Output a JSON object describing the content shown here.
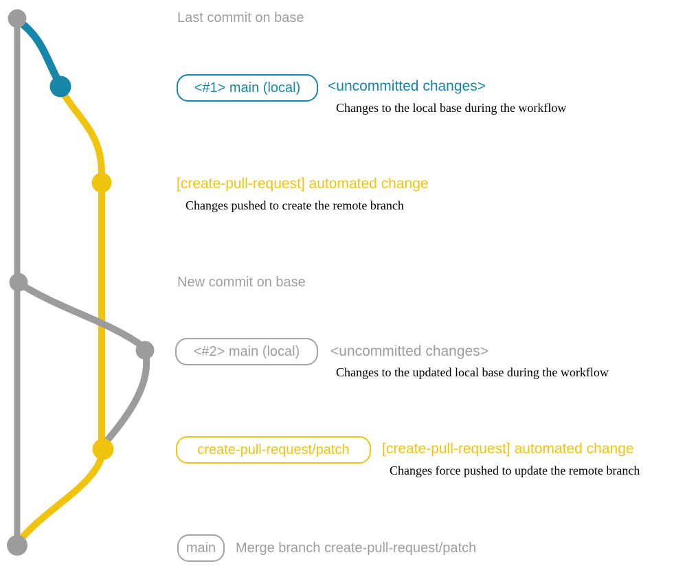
{
  "colors": {
    "teal": "#1686ab",
    "yellow": "#f0c30e",
    "gray_line": "#9c9c9c",
    "gray_text": "#9e9e9e",
    "caption_text": "#000000",
    "background": "#ffffff"
  },
  "graph": {
    "branches": [
      "base",
      "main (local)",
      "create-pull-request/patch"
    ],
    "commits": [
      {
        "id": "base-last-commit",
        "color": "gray",
        "annotation": "Last commit on base"
      },
      {
        "id": "local-main-1",
        "color": "teal",
        "annotation": "<#1> main (local) <uncommitted changes>"
      },
      {
        "id": "remote-patch-1",
        "color": "yellow",
        "annotation": "[create-pull-request] automated change"
      },
      {
        "id": "base-new-commit",
        "color": "gray",
        "annotation": "New commit on base"
      },
      {
        "id": "local-main-2",
        "color": "gray",
        "annotation": "<#2> main (local) <uncommitted changes>"
      },
      {
        "id": "remote-patch-2",
        "color": "yellow",
        "annotation": "create-pull-request/patch [create-pull-request] automated change"
      },
      {
        "id": "merge-commit",
        "color": "gray",
        "annotation": "main Merge branch create-pull-request/patch"
      }
    ]
  },
  "rows": {
    "last_commit": {
      "label": "Last commit on base"
    },
    "local_main_1": {
      "tag": "<#1> main (local)",
      "status": "<uncommitted changes>",
      "caption": "Changes to the local base during the workflow"
    },
    "automated_change_1": {
      "message": "[create-pull-request] automated change",
      "caption": "Changes pushed to create the remote branch"
    },
    "new_commit": {
      "label": "New commit on base"
    },
    "local_main_2": {
      "tag": "<#2> main (local)",
      "status": "<uncommitted changes>",
      "caption": "Changes to the updated local base during the workflow"
    },
    "patch_branch": {
      "tag": "create-pull-request/patch",
      "message": "[create-pull-request] automated change",
      "caption": "Changes force pushed to update the remote branch"
    },
    "merge": {
      "tag": "main",
      "message": "Merge branch create-pull-request/patch"
    }
  }
}
